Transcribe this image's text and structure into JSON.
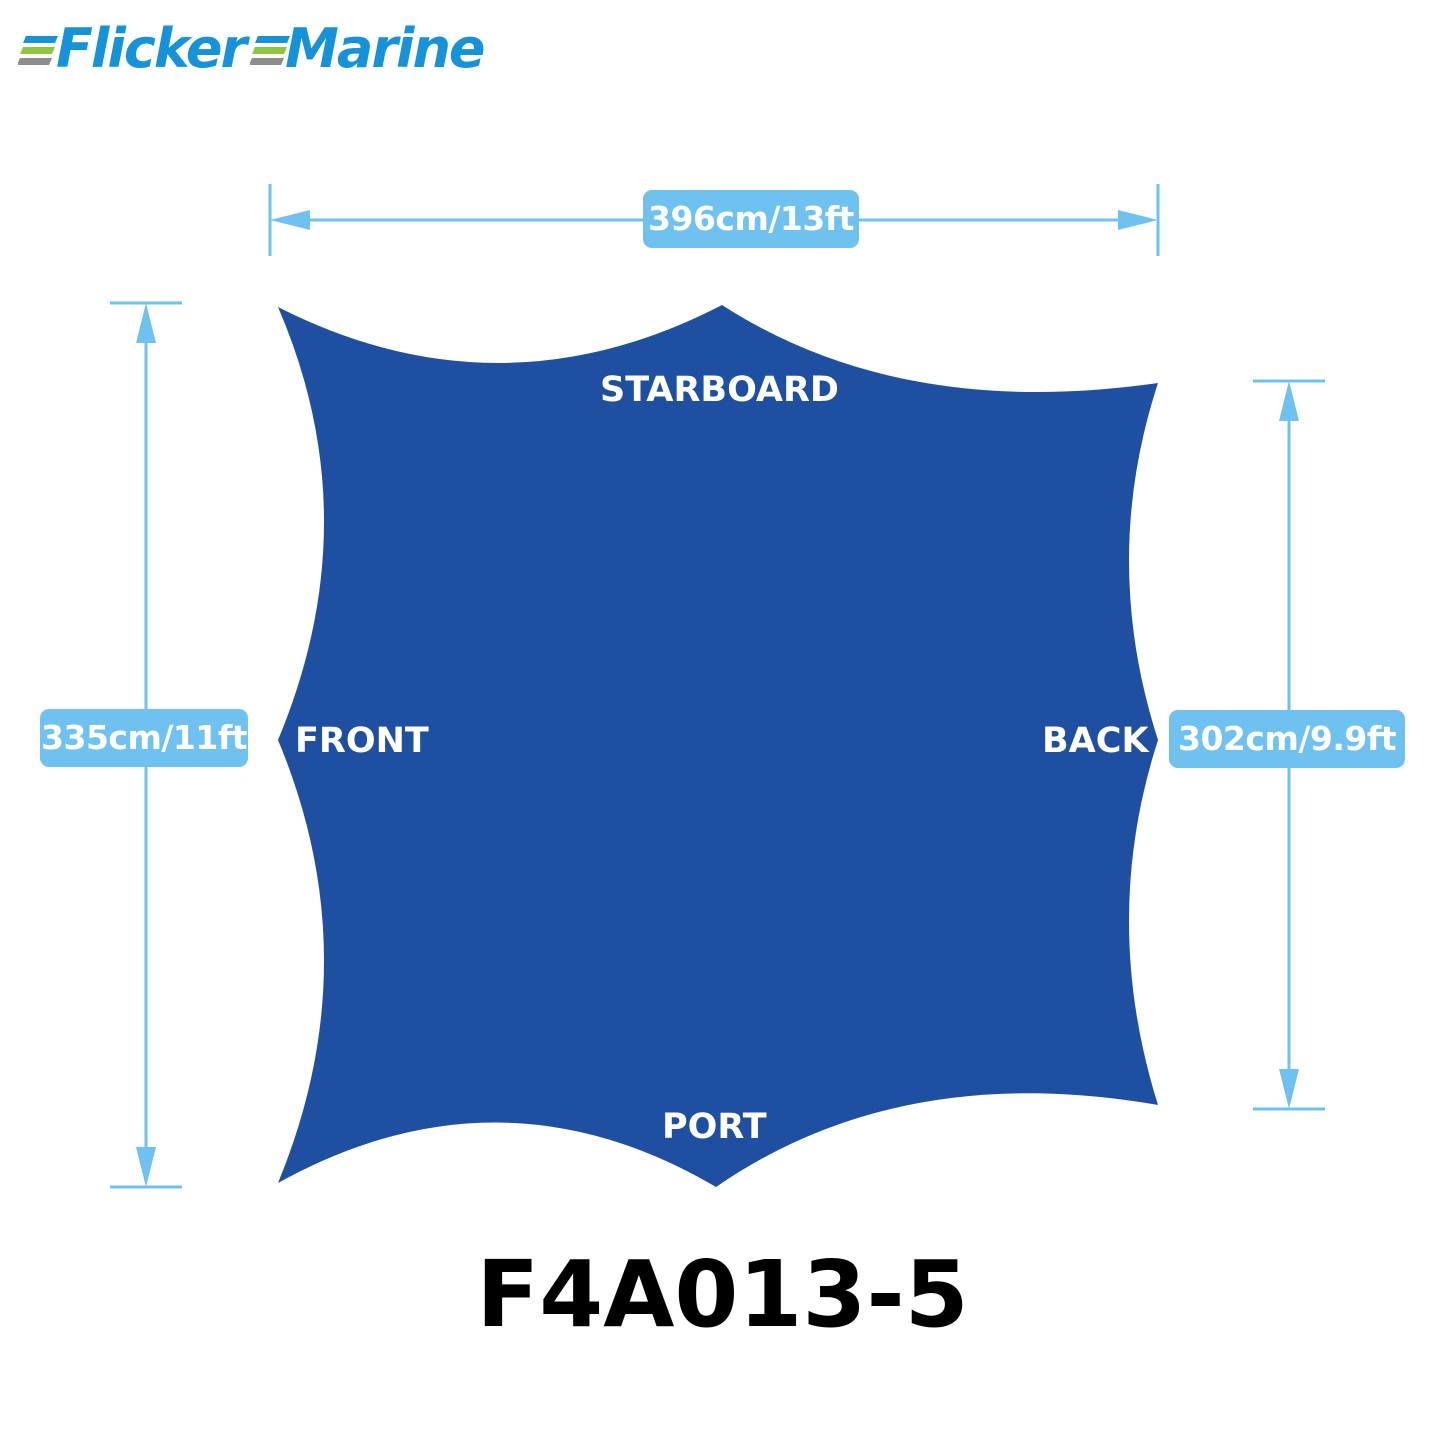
{
  "brand": {
    "name": "Flicker",
    "name2": "Marine",
    "color": "#1592d8",
    "stripe_colors": [
      "#1592d8",
      "#8dc63f",
      "#8c8c8c"
    ]
  },
  "cover": {
    "color": "#1f4fa0",
    "labels": {
      "top": "STARBOARD",
      "bottom": "PORT",
      "left": "FRONT",
      "right": "BACK"
    }
  },
  "dimensions": {
    "width": "396cm/13ft",
    "left_height": "335cm/11ft",
    "right_height": "302cm/9.9ft",
    "line_color": "#6fc2ef"
  },
  "model_number": "F4A013-5"
}
